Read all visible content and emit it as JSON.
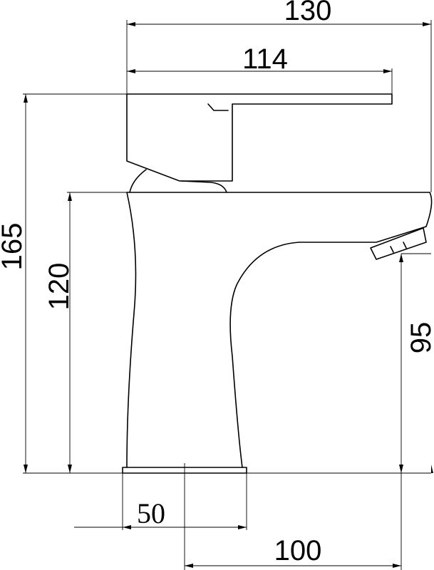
{
  "dimensions": {
    "overall_width": "130",
    "lever_length": "114",
    "overall_height": "165",
    "body_height": "120",
    "spout_clearance": "95",
    "base_width": "50",
    "spout_reach": "100"
  },
  "colors": {
    "line": "#000000",
    "background": "#ffffff"
  }
}
